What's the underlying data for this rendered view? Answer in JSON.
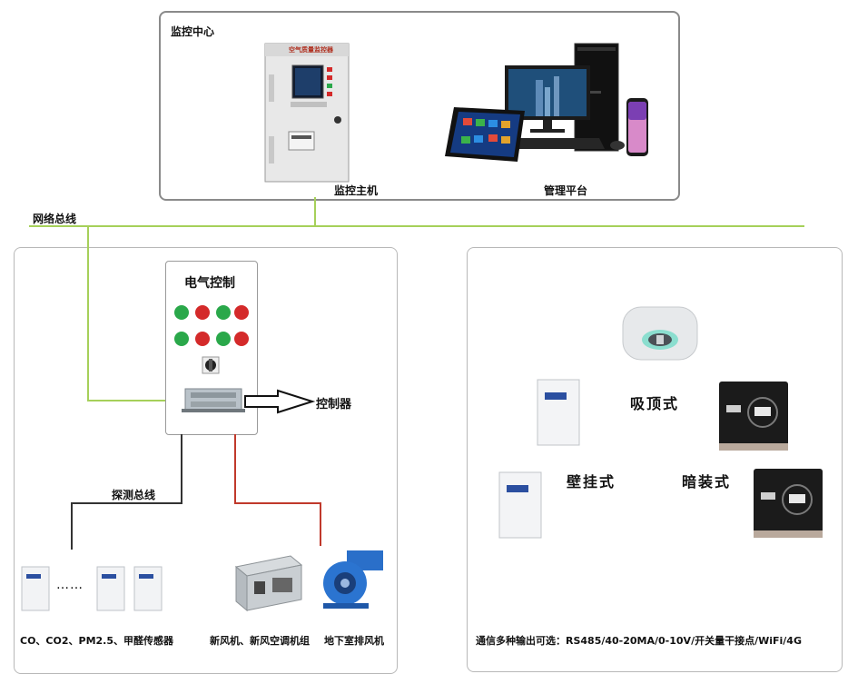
{
  "monitor_center": {
    "title": "监控中心",
    "host_label": "监控主机",
    "platform_label": "管理平台",
    "host_brand": "空气质量监控器"
  },
  "network_bus_label": "网络总线",
  "electric_control": {
    "title": "电气控制",
    "controller_label": "控制器",
    "lights": [
      "green",
      "red",
      "green",
      "red",
      "green",
      "red",
      "green",
      "red"
    ]
  },
  "probe_bus_label": "探测总线",
  "sensors_label": "CO、CO2、PM2.5、甲醛传感器",
  "ahu_label": "新风机、新风空调机组",
  "fan_label": "地下室排风机",
  "ellipsis": "……",
  "right_panel": {
    "ceiling_label": "吸顶式",
    "wall_label": "壁挂式",
    "flush_label": "暗装式",
    "footer": "通信多种输出可选：RS485/40-20MA/0-10V/开关量干接点/WiFi/4G"
  },
  "colors": {
    "network_line": "#a6d05a",
    "probe_line": "#333333",
    "power_line": "#c0392b",
    "light_green": "#2aa84a",
    "light_red": "#d42a2a"
  }
}
